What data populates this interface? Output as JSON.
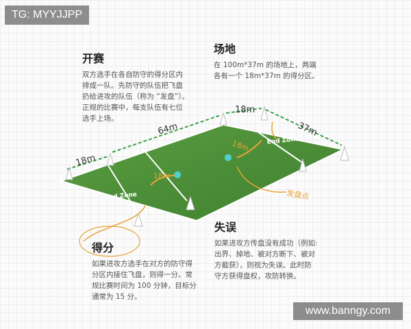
{
  "watermark": {
    "text": "TG: MYYJJPP"
  },
  "website": {
    "text": "www.banngy.com"
  },
  "sections": {
    "kaisai": {
      "title": "开赛",
      "lines": [
        "双方选手在各自防守的得分区内",
        "排成一队。先防守的队伍把飞盘",
        "扔给进攻的队伍（称为 “发盘”）。",
        "正规的比赛中，每支队伍有七位",
        "选手上场。"
      ]
    },
    "changdi": {
      "title": "场地",
      "lines": [
        "在 100m*37m 的场地上，两端",
        "各有一个 18m*37m 的得分区。"
      ]
    },
    "shiwu": {
      "title": "失误",
      "lines": [
        "如果进攻方传盘没有成功（例如:",
        "出界、掉地、被对方断下、被对",
        "方截获），则视为失误。此时防",
        "守方获得盘权，攻防转换。"
      ]
    },
    "defen": {
      "title": "得分",
      "lines": [
        "如果进攻方选手在对方的防守得",
        "分区内接住飞盘，则得一分。常",
        "规比赛时间为 100 分钟，目标分",
        "通常为 15 分。"
      ]
    }
  },
  "field": {
    "dimensions": {
      "length_label": "64m",
      "endzone_label": "18m",
      "width_label": "37m"
    },
    "zone_labels": {
      "end_zone": "End Zone"
    },
    "annotations": {
      "brick_label_left": "18m",
      "brick_label_right": "18m",
      "brick_point": "发盘点"
    },
    "colors": {
      "grass": "#4f8f39",
      "grass_dark": "#3c7a2d",
      "line": "#ffffff",
      "dimension_arrow": "#3aa04a",
      "orange": "#e8a33a",
      "disc": "#4fd0d0"
    }
  }
}
